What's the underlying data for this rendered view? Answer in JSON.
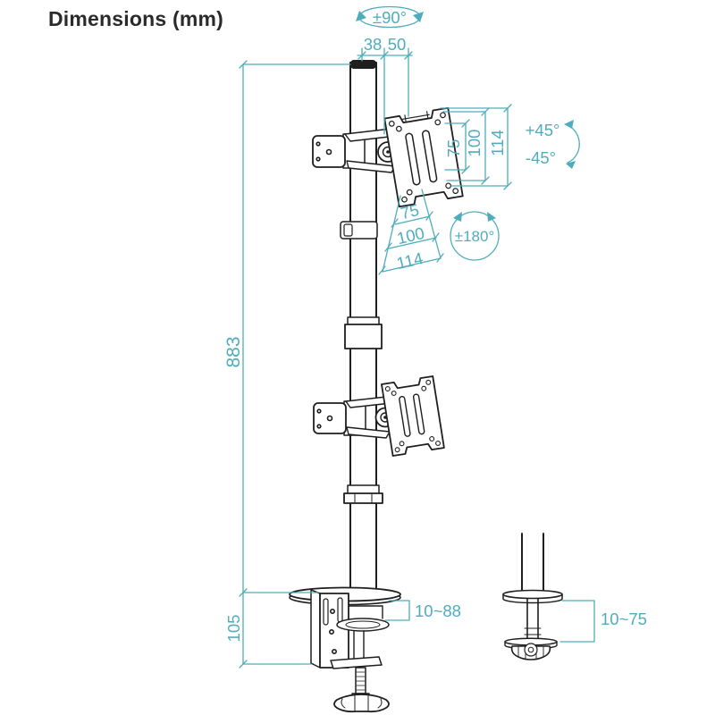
{
  "title": "Dimensions (mm)",
  "colors": {
    "dimension_accent": "#4fadbb",
    "line_art": "#1f1f1f",
    "title_text": "#2b2b2b",
    "background": "#ffffff"
  },
  "labels": {
    "title": "Dimensions (mm)",
    "pole_rotation": "±90°",
    "pole_width": "38",
    "arm_offset": "50",
    "vesa_v_inner": "75",
    "vesa_v_mid": "100",
    "vesa_v_outer": "114",
    "tilt_up": "+45°",
    "tilt_down": "-45°",
    "vesa_h_inner": "75",
    "vesa_h_mid": "100",
    "vesa_h_outer": "114",
    "swivel_rotation": "±180°",
    "pole_height": "883",
    "clamp_height": "105",
    "clamp_thickness_range": "10~88",
    "grommet_thickness_range": "10~75"
  }
}
